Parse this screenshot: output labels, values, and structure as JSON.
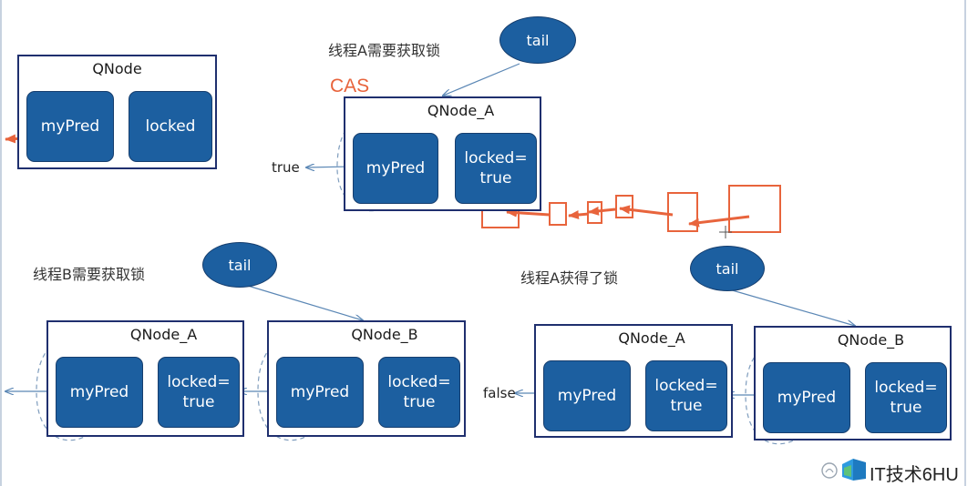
{
  "headings": {
    "thread_a_acquire": "线程A需要获取锁",
    "cas": "CAS",
    "thread_b_acquire": "线程B需要获取锁",
    "thread_a_acquired": "线程A获得了锁"
  },
  "legend_node": {
    "title": "QNode",
    "pred": "myPred",
    "locked": "locked"
  },
  "node_a_top": {
    "title": "QNode_A",
    "pred": "myPred",
    "locked": "locked=\ntrue",
    "return_value": "true"
  },
  "node_a_left": {
    "title": "QNode_A",
    "pred": "myPred",
    "locked": "locked=\ntrue"
  },
  "node_b_left": {
    "title": "QNode_B",
    "pred": "myPred",
    "locked": "locked=\ntrue"
  },
  "node_a_right": {
    "title": "QNode_A",
    "pred": "myPred",
    "locked": "locked=\ntrue",
    "return_value": "false"
  },
  "node_b_right": {
    "title": "QNode_B",
    "pred": "myPred",
    "locked": "locked=\ntrue"
  },
  "tail_label": "tail",
  "watermark": "IT技术6HU",
  "colors": {
    "field_fill": "#1c5fa0",
    "box_border": "#1f2f6e",
    "annotation_red": "#e8643c",
    "connector": "#5b87b5"
  }
}
